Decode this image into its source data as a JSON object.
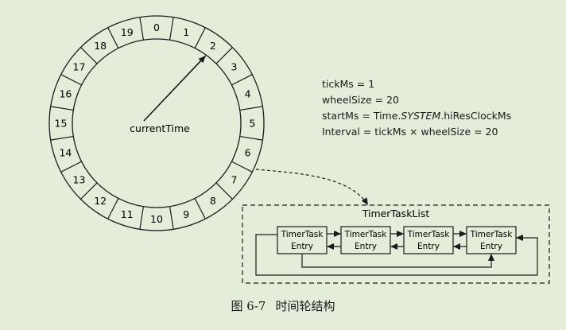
{
  "wheel": {
    "slots": [
      "0",
      "1",
      "2",
      "3",
      "4",
      "5",
      "6",
      "7",
      "8",
      "9",
      "10",
      "11",
      "12",
      "13",
      "14",
      "15",
      "16",
      "17",
      "18",
      "19"
    ],
    "current_time_label": "currentTime",
    "pointer_slot": 2
  },
  "params": {
    "tick_ms": "tickMs = 1",
    "wheel_size": "wheelSize = 20",
    "start_ms_prefix": "startMs = Time.",
    "start_ms_system": "SYSTEM",
    "start_ms_suffix": ".hiResClockMs",
    "interval": "Interval = tickMs × wheelSize = 20"
  },
  "task_list": {
    "title": "TimerTaskList",
    "entry_line1": "TimerTask",
    "entry_line2": "Entry",
    "entry_count": 4,
    "linked_slot": 6
  },
  "caption": {
    "figure": "图 6-7",
    "title": "时间轮结构"
  }
}
